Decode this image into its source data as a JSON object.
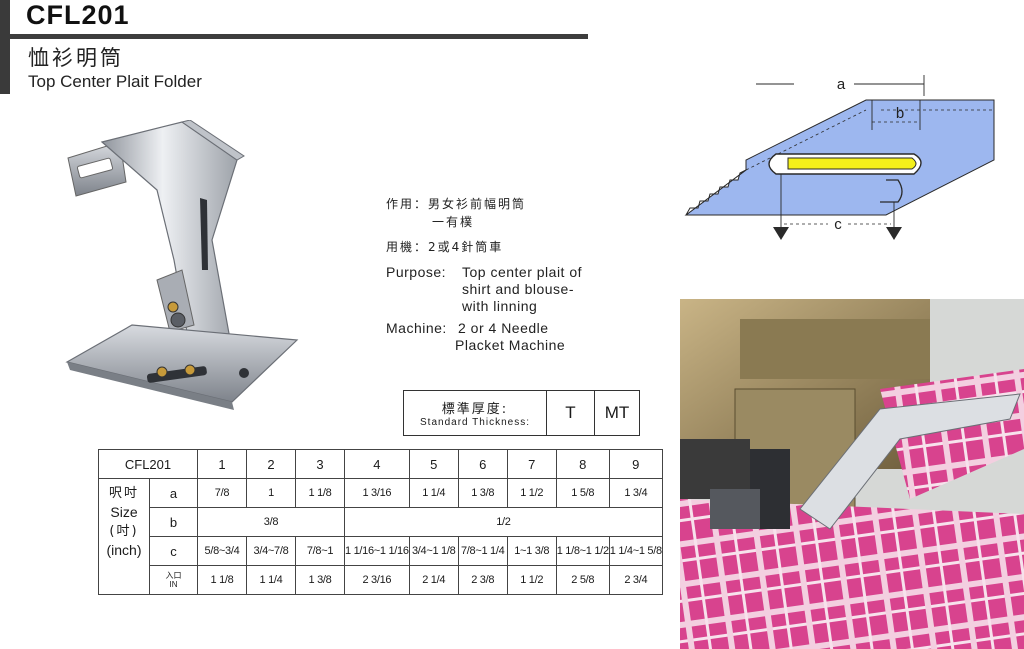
{
  "header": {
    "model": "CFL201",
    "name_cn": "恤衫明筒",
    "name_en": "Top Center Plait Folder"
  },
  "description": {
    "use_cn_label": "作用：男女衫前幅明筒",
    "use_cn_extra": "一有樸",
    "machine_cn": "用機：2或4針筒車",
    "purpose_label": "Purpose:",
    "purpose_lines": [
      "Top center plait of",
      "shirt and blouse-",
      "with linning"
    ],
    "machine_label": "Machine:",
    "machine_lines": [
      "2 or 4 Needle",
      "Placket Machine"
    ]
  },
  "thickness": {
    "label_cn": "標準厚度:",
    "label_en": "Standard Thickness:",
    "options": [
      "T",
      "MT"
    ]
  },
  "diagram": {
    "labels": [
      "a",
      "b",
      "c"
    ],
    "colors": {
      "fabric": "#9db7ef",
      "plait": "#f4f01a",
      "outline": "#2a2a2a"
    }
  },
  "table": {
    "model": "CFL201",
    "columns": [
      "1",
      "2",
      "3",
      "4",
      "5",
      "6",
      "7",
      "8",
      "9"
    ],
    "size_label_cn_top": "呎吋",
    "size_label_en_top": "Size",
    "size_label_cn_bottom": "(吋)",
    "size_label_en_bottom": "(inch)",
    "row_labels": [
      "a",
      "b",
      "c"
    ],
    "in_label_top": "入口",
    "in_label_bottom": "IN",
    "a": [
      "7/8",
      "1",
      "1 1/8",
      "1 3/16",
      "1 1/4",
      "1 3/8",
      "1 1/2",
      "1 5/8",
      "1 3/4"
    ],
    "b": [
      "3/8",
      "1/2"
    ],
    "c": [
      "5/8~3/4",
      "3/4~7/8",
      "7/8~1",
      "1 1/16~1 1/16",
      "3/4~1 1/8",
      "7/8~1 1/4",
      "1~1 3/8",
      "1 1/8~1 1/2",
      "1 1/4~1 5/8"
    ],
    "in": [
      "1 1/8",
      "1 1/4",
      "1 3/8",
      "2 3/16",
      "2 1/4",
      "2 3/8",
      "1 1/2",
      "2 5/8",
      "2 3/4"
    ]
  }
}
